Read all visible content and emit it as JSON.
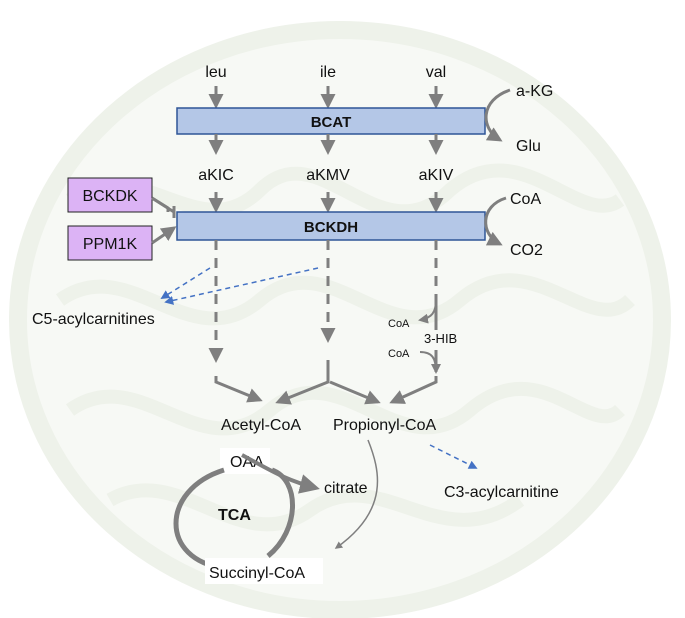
{
  "substrates": [
    "leu",
    "ile",
    "val"
  ],
  "cofactors": {
    "akg": "a-KG",
    "glu": "Glu",
    "coa": "CoA",
    "co2": "CO2",
    "coa_small_1": "CoA",
    "coa_small_2": "CoA"
  },
  "enzymes": {
    "bcat": "BCAT",
    "bckdh": "BCKDH",
    "bckdk": "BCKDK",
    "ppm1k": "PPM1K"
  },
  "intermediates": [
    "aKIC",
    "aKMV",
    "aKIV"
  ],
  "metabolites": {
    "hib": "3-HIB",
    "c5": "C5-acylcarnitines",
    "acetyl": "Acetyl-CoA",
    "propionyl": "Propionyl-CoA",
    "c3": "C3-acylcarnitine",
    "oaa": "OAA",
    "citrate": "citrate",
    "tca": "TCA",
    "succinyl": "Succinyl-CoA"
  },
  "colors": {
    "enzyme_fill": "#b4c7e7",
    "enzyme_stroke": "#2f5597",
    "regulator_fill": "#dcb3f5",
    "arrow": "#7f7f7f",
    "dashed_arrow": "#4472c4",
    "background_motif": "#eef2ea"
  }
}
